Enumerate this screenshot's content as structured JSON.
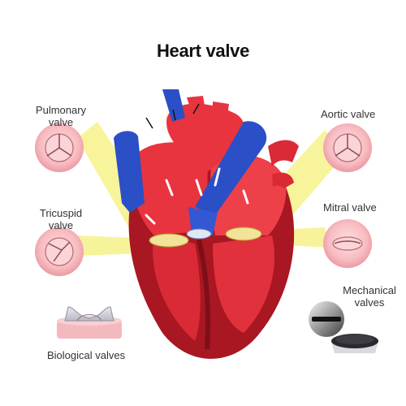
{
  "title": "Heart valve",
  "labels": {
    "pulmonary": [
      "Pulmonary",
      "valve"
    ],
    "aortic": "Aortic valve",
    "tricuspid": [
      "Tricuspid",
      "valve"
    ],
    "mitral": "Mitral valve",
    "mechanical": [
      "Mechanical",
      "valves"
    ],
    "biological": "Biological valves"
  },
  "colors": {
    "artery_red": "#e8343e",
    "vein_blue": "#2b4fc6",
    "muscle_dark": "#a81722",
    "highlight": "#f5f07a",
    "valve_pink": "#f6b3b8"
  },
  "icons": [
    "pulmonary-valve-icon",
    "aortic-valve-icon",
    "tricuspid-valve-icon",
    "mitral-valve-icon",
    "biological-valve-icon",
    "mechanical-valve-icon",
    "heart-illustration"
  ]
}
